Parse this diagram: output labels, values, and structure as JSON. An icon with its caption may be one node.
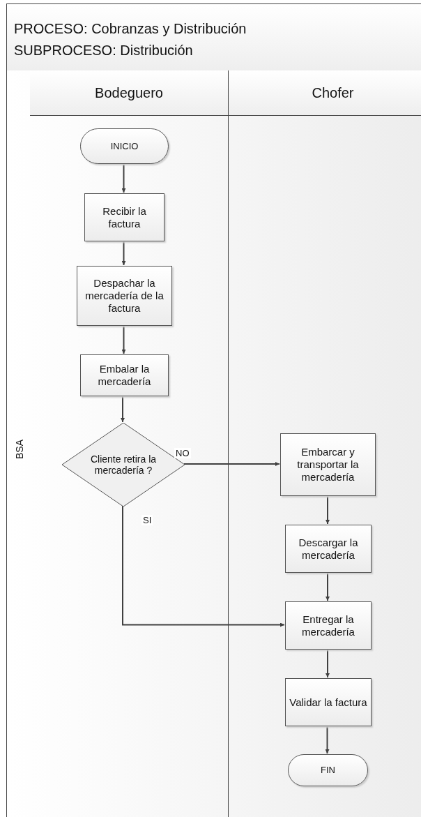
{
  "diagram": {
    "nodes": [
      {
        "text": [
          "PROCESO: Cobranzas y Distribución",
          "SUBPROCESO: Distribución"
        ]
      },
      {
        "text": [
          "BSA"
        ],
        "in": 0
      },
      {
        "text": [
          "Bodeguero"
        ],
        "in": 1
      },
      {
        "text": [
          "Chofer"
        ],
        "in": 1
      },
      {
        "text": [
          "INICIO"
        ],
        "in": 2
      },
      {
        "text": [
          "Recibir la factura"
        ],
        "in": 2
      },
      {
        "text": [
          "Despachar la mercadería de la factura"
        ],
        "in": 2
      },
      {
        "text": [
          "Embalar la mercadería"
        ],
        "in": 2
      },
      {
        "text": [
          "Cliente retira la mercadería ?"
        ],
        "in": 2
      },
      {
        "text": [
          "Embarcar y transportar la mercadería"
        ],
        "in": 3
      },
      {
        "text": [
          "Descargar la mercadería"
        ],
        "in": 3
      },
      {
        "text": [
          "Entregar la mercadería"
        ],
        "in": 3
      },
      {
        "text": [
          "Validar la factura"
        ],
        "in": 3
      },
      {
        "text": [
          "FIN"
        ],
        "in": 3
      }
    ],
    "edges": [
      {
        "from": 4,
        "to": 5,
        "arrow": "to"
      },
      {
        "from": 5,
        "to": 6,
        "arrow": "to"
      },
      {
        "from": 6,
        "to": 7,
        "arrow": "to"
      },
      {
        "from": 7,
        "to": 8,
        "arrow": "to"
      },
      {
        "from": 8,
        "to": 9,
        "arrow": "to",
        "label": "NO"
      },
      {
        "from": 8,
        "to": 11,
        "arrow": "to",
        "label": "SI"
      },
      {
        "from": 9,
        "to": 10,
        "arrow": "to"
      },
      {
        "from": 10,
        "to": 11,
        "arrow": "to"
      },
      {
        "from": 11,
        "to": 12,
        "arrow": "to"
      },
      {
        "from": 12,
        "to": 13,
        "arrow": "to"
      }
    ]
  }
}
